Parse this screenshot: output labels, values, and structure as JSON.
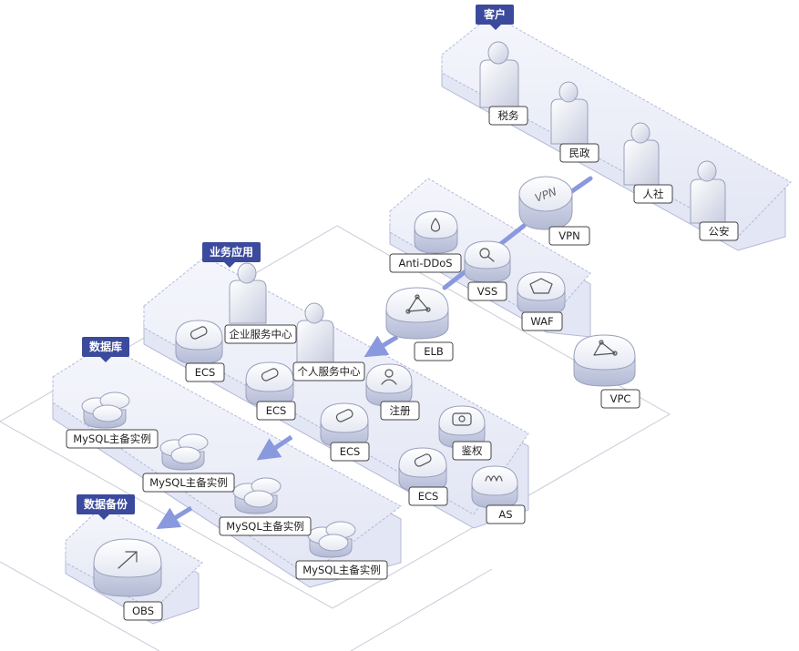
{
  "groups": {
    "customers": "客户",
    "business": "业务应用",
    "database": "数据库",
    "backup": "数据备份"
  },
  "nodes": {
    "tax": "税务",
    "civil": "民政",
    "hr": "人社",
    "police": "公安",
    "vpn": "VPN",
    "antiddos": "Anti-DDoS",
    "vss": "VSS",
    "waf": "WAF",
    "elb": "ELB",
    "vpc": "VPC",
    "enterprise_center": "企业服务中心",
    "personal_center": "个人服务中心",
    "ecs1": "ECS",
    "ecs2": "ECS",
    "ecs3": "ECS",
    "ecs4": "ECS",
    "register": "注册",
    "auth": "鉴权",
    "as": "AS",
    "mysql1": "MySQL主备实例",
    "mysql2": "MySQL主备实例",
    "mysql3": "MySQL主备实例",
    "mysql4": "MySQL主备实例",
    "obs": "OBS"
  },
  "vpn_icon_text": "VPN",
  "colors": {
    "title_bg": "#3b4a9c",
    "arrow": "#8a98de",
    "tray_fill": "#eef0fa",
    "tray_stroke": "#b4b9d8"
  }
}
